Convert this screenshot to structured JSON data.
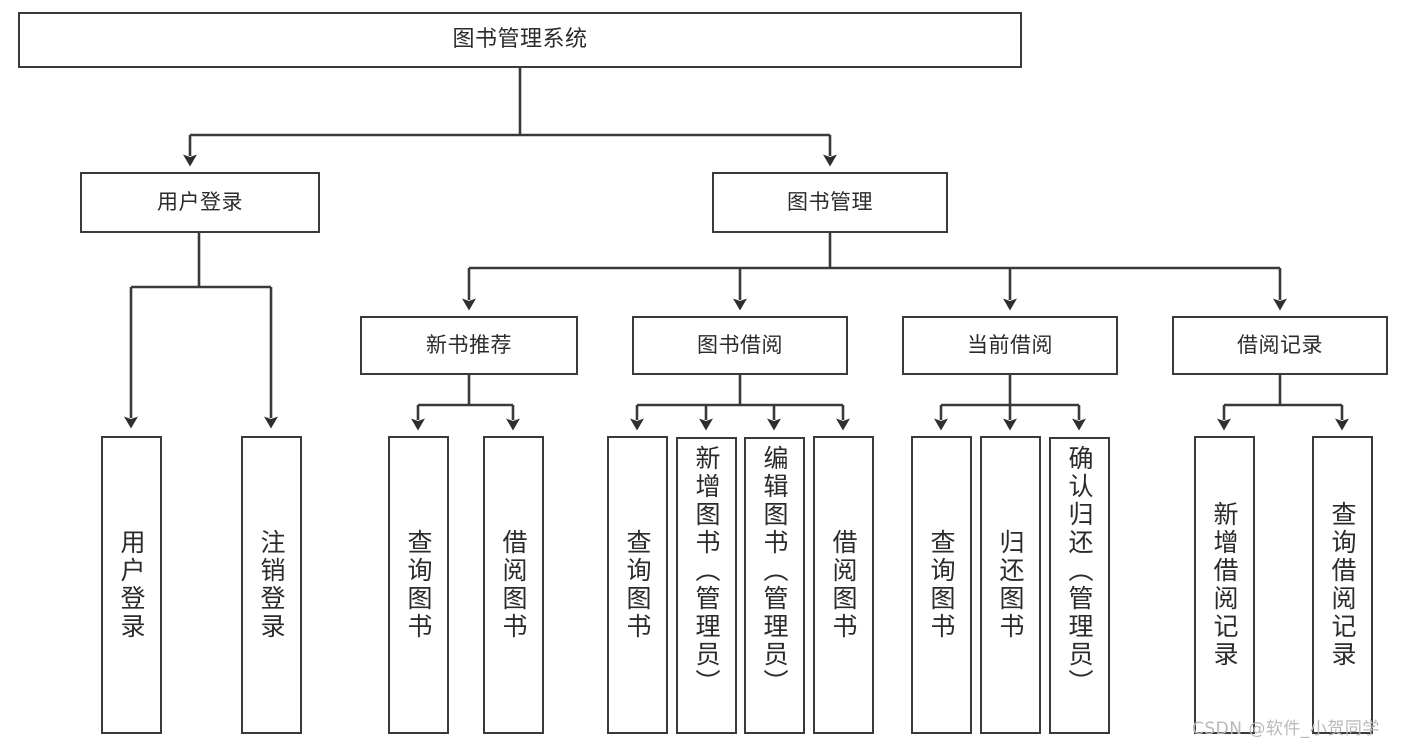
{
  "diagram": {
    "title": "图书管理系统",
    "type": "functional-structure-tree",
    "stroke_color": "#3a3a3a",
    "text_color": "#2b2b2b",
    "background_color": "#ffffff"
  },
  "nodes": {
    "root": {
      "label": "图书管理系统"
    },
    "level1": [
      {
        "id": "user-login",
        "label": "用户登录"
      },
      {
        "id": "book-manage",
        "label": "图书管理"
      }
    ],
    "level2": [
      {
        "id": "new-book-recommend",
        "label": "新书推荐"
      },
      {
        "id": "book-borrow",
        "label": "图书借阅"
      },
      {
        "id": "current-borrow",
        "label": "当前借阅"
      },
      {
        "id": "borrow-record",
        "label": "借阅记录"
      }
    ],
    "leaves": {
      "user_login": [
        {
          "id": "leaf-user-login",
          "label": "用户登录"
        },
        {
          "id": "leaf-logout-login",
          "label": "注销登录"
        }
      ],
      "new_book_recommend": [
        {
          "id": "leaf-query-book-1",
          "label": "查询图书"
        },
        {
          "id": "leaf-borrow-book-1",
          "label": "借阅图书"
        }
      ],
      "book_borrow": [
        {
          "id": "leaf-query-book-2",
          "label": "查询图书"
        },
        {
          "id": "leaf-add-book",
          "label": "新增图书（管理员）"
        },
        {
          "id": "leaf-edit-book",
          "label": "编辑图书（管理员）"
        },
        {
          "id": "leaf-borrow-book-2",
          "label": "借阅图书"
        }
      ],
      "current_borrow": [
        {
          "id": "leaf-query-book-3",
          "label": "查询图书"
        },
        {
          "id": "leaf-return-book",
          "label": "归还图书"
        },
        {
          "id": "leaf-confirm-return",
          "label": "确认归还（管理员）"
        }
      ],
      "borrow_record": [
        {
          "id": "leaf-add-record",
          "label": "新增借阅记录"
        },
        {
          "id": "leaf-query-record",
          "label": "查询借阅记录"
        }
      ]
    }
  },
  "watermark": {
    "text": "CSDN @软件_小贺同学"
  }
}
